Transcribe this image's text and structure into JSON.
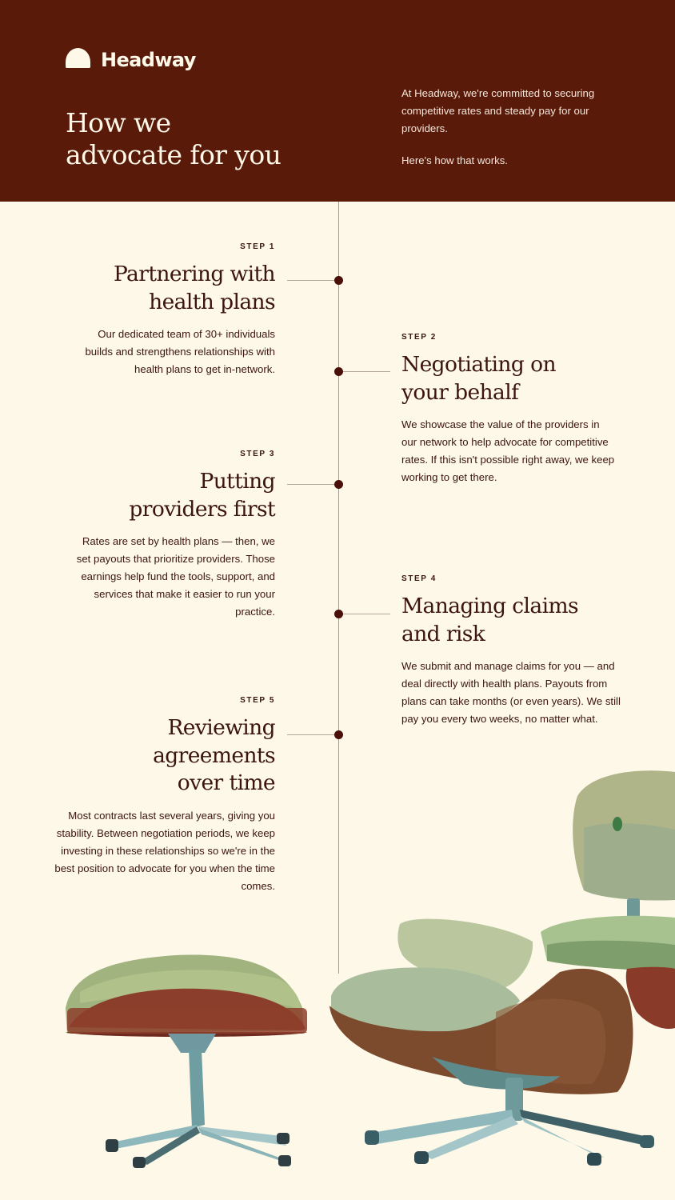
{
  "brand": {
    "name": "Headway",
    "logo_icon": "half-sun-dome-icon",
    "colors": {
      "header_bg": "#5a1a0a",
      "page_bg": "#fdf8e8",
      "text_dark": "#3c1410",
      "text_light": "#fdf8e8",
      "timeline_dot": "#4a0f08",
      "timeline_line": "#a79a8c"
    }
  },
  "header": {
    "title": "How we advocate for you",
    "title_line1": "How we",
    "title_line2": "advocate for you",
    "intro": "At Headway, we're committed to securing competitive rates and steady pay for our providers.",
    "intro_followup": "Here's how that works."
  },
  "steps": [
    {
      "label": "STEP 1",
      "title_line1": "Partnering with",
      "title_line2": "health plans",
      "body": "Our dedicated team of 30+ individuals builds and strengthens relationships with health plans to get in-network."
    },
    {
      "label": "STEP 2",
      "title_line1": "Negotiating on",
      "title_line2": "your behalf",
      "body": "We showcase the value of the providers in our network to help advocate for competitive rates. If this isn't possible right away, we keep working to get there."
    },
    {
      "label": "STEP 3",
      "title_line1": "Putting",
      "title_line2": "providers first",
      "body": "Rates are set by health plans — then, we set payouts that prioritize providers. Those earnings help fund the tools, support, and services that make it easier to run your practice."
    },
    {
      "label": "STEP 4",
      "title_line1": "Managing claims",
      "title_line2": "and risk",
      "body": "We submit and manage claims for you — and deal directly with health plans. Payouts from plans can take months (or even years). We still pay you every two weeks, no matter what."
    },
    {
      "label": "STEP 5",
      "title_line1": "Reviewing",
      "title_line2": "agreements",
      "title_line3": "over time",
      "body": "Most contracts last several years, giving you stability. Between negotiation periods, we keep investing in these relationships so we're in the best position to advocate for you when the time comes."
    }
  ],
  "illustrations": {
    "ottoman": "watercolor-ottoman-illustration",
    "lounge_chair": "watercolor-lounge-chair-illustration"
  }
}
